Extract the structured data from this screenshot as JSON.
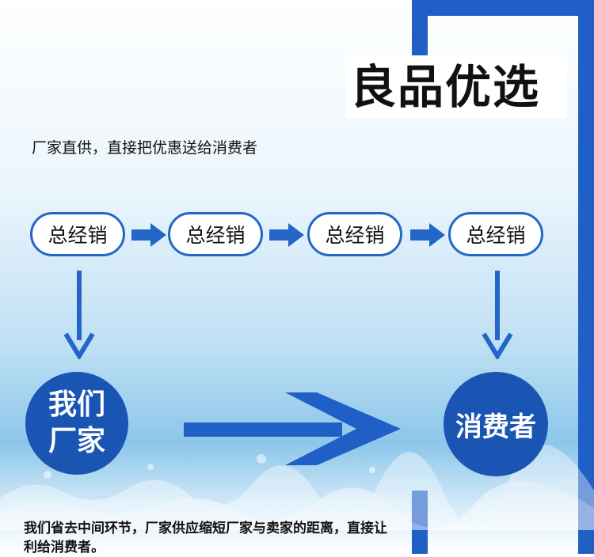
{
  "header": {
    "title": "良品优选",
    "subtitle": "厂家直供，直接把优惠送给消费者"
  },
  "flow": {
    "steps": [
      "总经销",
      "总经销",
      "总经销",
      "总经销"
    ]
  },
  "factory": {
    "line1": "我们",
    "line2": "厂家"
  },
  "consumer": {
    "label": "消费者"
  },
  "footer": {
    "text": "我们省去中间环节，厂家供应缩短厂家与卖家的距离，直接让利给消费者。"
  },
  "colors": {
    "accent": "#1f5fc6",
    "circle": "#1b55b4",
    "pill_border": "#2466c8"
  }
}
